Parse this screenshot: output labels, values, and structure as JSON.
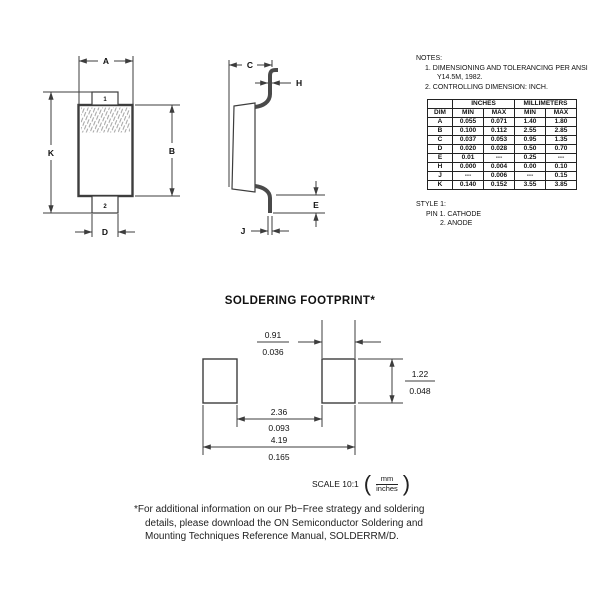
{
  "notes": {
    "title": "NOTES:",
    "item1": "1. DIMENSIONING AND TOLERANCING PER ANSI",
    "item1b": "Y14.5M, 1982.",
    "item2": "2. CONTROLLING DIMENSION: INCH."
  },
  "dim_table": {
    "headers": {
      "dim": "DIM",
      "inches": "INCHES",
      "millimeters": "MILLIMETERS",
      "min": "MIN",
      "max": "MAX"
    },
    "rows": [
      {
        "dim": "A",
        "in_min": "0.055",
        "in_max": "0.071",
        "mm_min": "1.40",
        "mm_max": "1.80"
      },
      {
        "dim": "B",
        "in_min": "0.100",
        "in_max": "0.112",
        "mm_min": "2.55",
        "mm_max": "2.85"
      },
      {
        "dim": "C",
        "in_min": "0.037",
        "in_max": "0.053",
        "mm_min": "0.95",
        "mm_max": "1.35"
      },
      {
        "dim": "D",
        "in_min": "0.020",
        "in_max": "0.028",
        "mm_min": "0.50",
        "mm_max": "0.70"
      },
      {
        "dim": "E",
        "in_min": "0.01",
        "in_max": "---",
        "mm_min": "0.25",
        "mm_max": "---"
      },
      {
        "dim": "H",
        "in_min": "0.000",
        "in_max": "0.004",
        "mm_min": "0.00",
        "mm_max": "0.10"
      },
      {
        "dim": "J",
        "in_min": "---",
        "in_max": "0.006",
        "mm_min": "---",
        "mm_max": "0.15"
      },
      {
        "dim": "K",
        "in_min": "0.140",
        "in_max": "0.152",
        "mm_min": "3.55",
        "mm_max": "3.85"
      }
    ]
  },
  "style_note": {
    "line1": "STYLE 1:",
    "line2": "PIN 1. CATHODE",
    "line3": "2. ANODE"
  },
  "front_view": {
    "label_a": "A",
    "label_k": "K",
    "label_b": "B",
    "label_d": "D",
    "pin1": "1",
    "pin2": "2"
  },
  "side_view": {
    "label_c": "C",
    "label_h": "H",
    "label_e": "E",
    "label_j": "J"
  },
  "footprint": {
    "title": "SOLDERING FOOTPRINT*",
    "dims": {
      "pad_width": {
        "mm": "0.91",
        "in": "0.036"
      },
      "pad_height": {
        "mm": "1.22",
        "in": "0.048"
      },
      "gap": {
        "mm": "2.36",
        "in": "0.093"
      },
      "span": {
        "mm": "4.19",
        "in": "0.165"
      }
    },
    "scale": {
      "label": "SCALE 10:1",
      "numerator": "mm",
      "denominator": "inches"
    }
  },
  "footnote": {
    "line1": "*For additional information on our Pb−Free strategy and soldering",
    "line2": "details, please download the ON Semiconductor Soldering and",
    "line3": "Mounting Techniques Reference Manual, SOLDERRM/D."
  }
}
